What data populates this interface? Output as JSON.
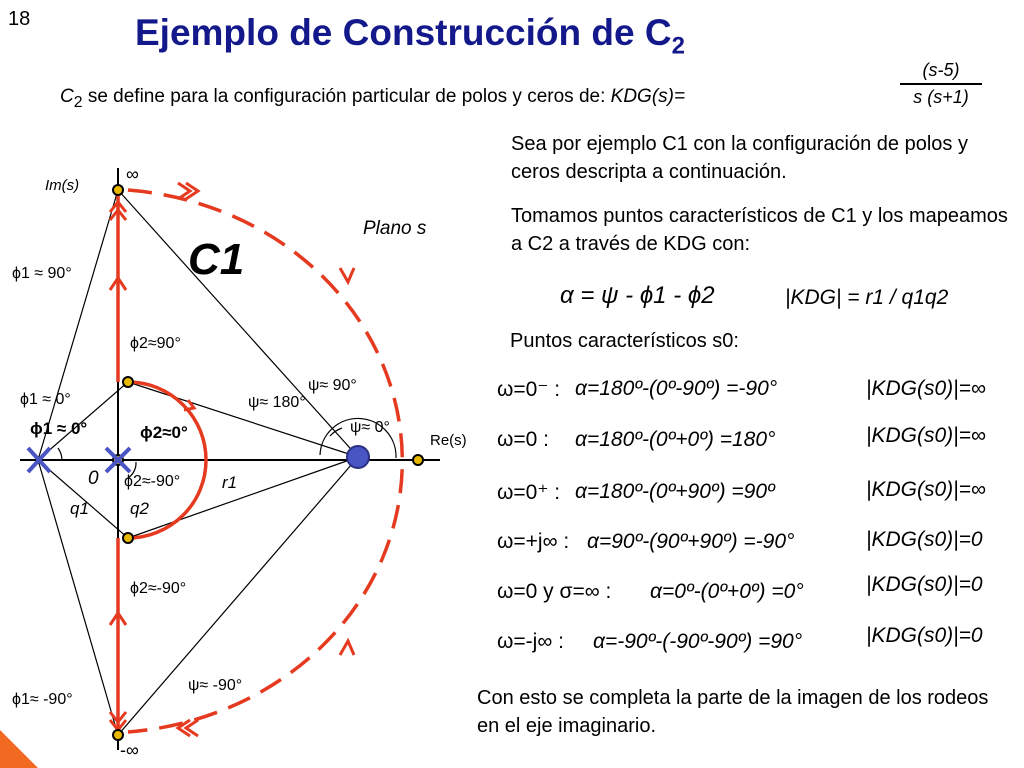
{
  "slide": {
    "number": "18",
    "title_main": "Ejemplo de Construcción de C",
    "title_sub": "2"
  },
  "definition": {
    "c": "C",
    "c_sub": "2",
    "text": " se define para la configuración particular de polos y ceros de: ",
    "kdg": "KDG(s)=",
    "numerator": "(s-5)",
    "denominator": "s (s+1)"
  },
  "intro": {
    "p1": "Sea por ejemplo C1 con la configuración de polos y ceros descripta a continuación.",
    "p2": "Tomamos puntos característicos de C1 y los mapeamos a C2 a través de KDG con:"
  },
  "formula": {
    "alpha": "α = ψ - ϕ1 - ϕ2",
    "magnitude": "|KDG| = r1 / q1q2",
    "puntos_label": "Puntos característicos s0:"
  },
  "rows": [
    {
      "omega": "ω=0⁻ :",
      "alpha": "α=180º-(0º-90º) =-90°",
      "kdg": "|KDG(s0)|=∞"
    },
    {
      "omega": "ω=0 :",
      "alpha": "α=180º-(0º+0º) =180°",
      "kdg": "|KDG(s0)|=∞"
    },
    {
      "omega": "ω=0⁺ :",
      "alpha": "α=180º-(0º+90º) =90º",
      "kdg": "|KDG(s0)|=∞"
    },
    {
      "omega": "ω=+j∞ :",
      "alpha": "α=90º-(90º+90º) =-90°",
      "kdg": "|KDG(s0)|=0"
    },
    {
      "omega": "ω=0 y σ=∞ :",
      "alpha": "α=0º-(0º+0º) =0°",
      "kdg": "|KDG(s0)|=0"
    },
    {
      "omega": "ω=-j∞ :",
      "alpha": "α=-90º-(-90º-90º) =90°",
      "kdg": "|KDG(s0)|=0"
    }
  ],
  "conclusion": "Con esto se completa la parte de la imagen de los rodeos en el eje imaginario.",
  "diagram": {
    "im_label": "Im(s)",
    "re_label": "Re(s)",
    "plane_label": "Plano s",
    "contour_label": "C1",
    "inf_top": "∞",
    "inf_bottom": "-∞",
    "origin": "0",
    "r1": "r1",
    "q1": "q1",
    "q2": "q2",
    "phi1_90": "ϕ1 ≈ 90°",
    "phi1_0": "ϕ1 ≈ 0°",
    "phi1_neg90": "ϕ1≈ -90°",
    "phi1_0b": "ϕ1 ≈ 0°",
    "phi2_90": "ϕ2≈90°",
    "phi2_0": "ϕ2≈0°",
    "phi2_neg90": "ϕ2≈-90°",
    "phi2_neg90b": "ϕ2≈-90°",
    "psi_90": "ψ≈ 90°",
    "psi_180": "ψ≈ 180°",
    "psi_0": "ψ≈ 0°",
    "psi_neg90": "ψ≈ -90°",
    "colors": {
      "contour": "#e53a1f",
      "pole": "#4a55c4",
      "point": "#e6b800",
      "title": "#13198a"
    }
  }
}
